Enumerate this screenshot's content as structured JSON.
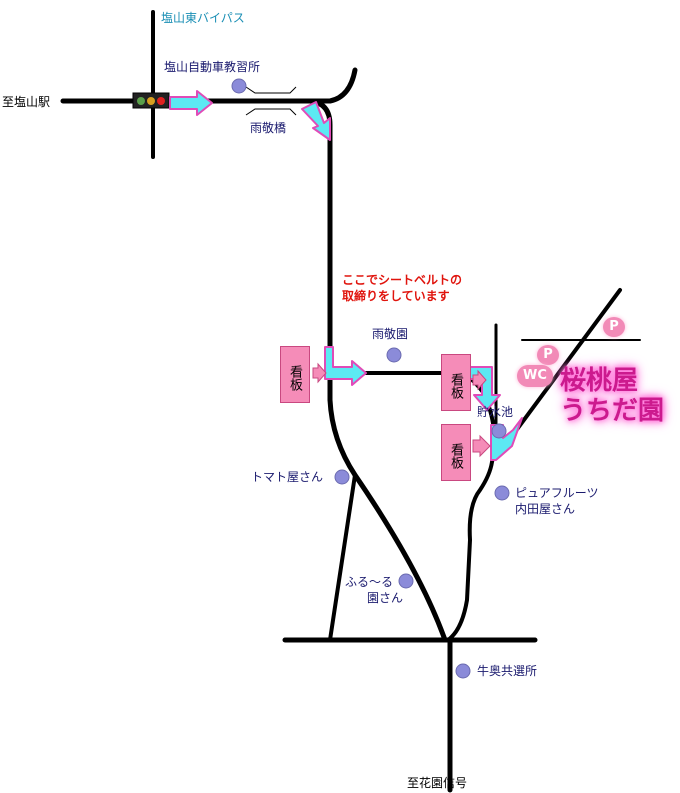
{
  "labels": {
    "bypass": "塩山東バイパス",
    "enzan_station": "至塩山駅",
    "driving_school": "塩山自動車教習所",
    "ukei_bridge": "雨敬橋",
    "seatbelt_line1": "ここでシートベルトの",
    "seatbelt_line2": "取締りをしています",
    "ukei_en": "雨敬園",
    "chosuichi": "貯水池",
    "tomato": "トマト屋さん",
    "pure_fruits_line1": "ピュアフルーツ",
    "pure_fruits_line2": "内田屋さん",
    "furu_line1": "ふる～る",
    "furu_line2": "園さん",
    "gyuoku": "牛奥共選所",
    "hanazono": "至花園信号"
  },
  "signs": [
    "看板",
    "看板",
    "看板"
  ],
  "destination": {
    "line1": "桜桃屋",
    "line2": "うちだ園",
    "parking_label": "P",
    "wc_label": "WC"
  },
  "colors": {
    "road": "#000000",
    "arrow_fill": "#5ce9f3",
    "arrow_stroke": "#e04bb8",
    "landmark_dot": "#8b8bd9",
    "sign_fill": "#f58cb8",
    "destination_text": "#cc1a8e",
    "warning_text": "#e0140d"
  }
}
